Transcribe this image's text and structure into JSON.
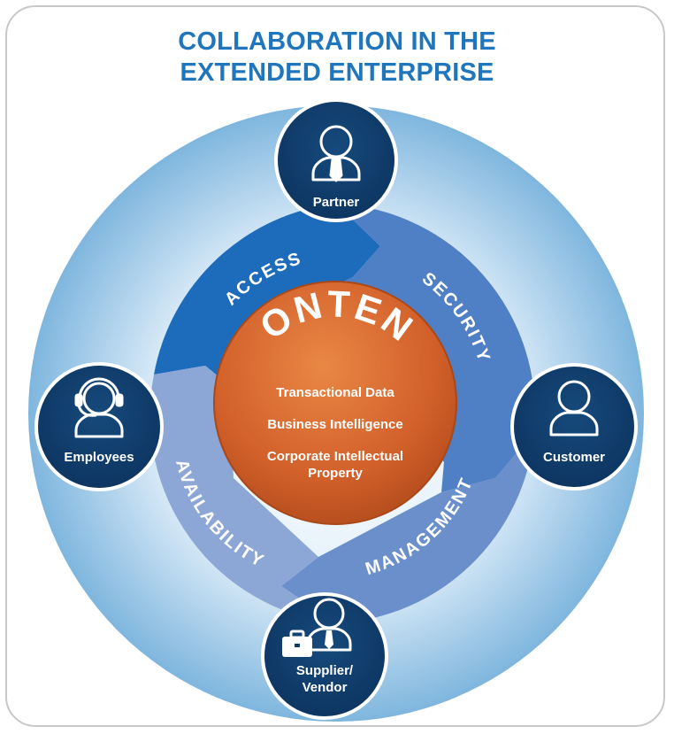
{
  "title": {
    "line1": "COLLABORATION IN THE",
    "line2": "EXTENDED ENTERPRISE"
  },
  "center": {
    "heading": "CONTENT",
    "items": [
      "Transactional Data",
      "Business Intelligence",
      "Corporate Intellectual",
      "Property"
    ]
  },
  "segments": {
    "access": "ACCESS",
    "security": "SECURITY",
    "management": "MANAGEMENT",
    "availability": "AVAILABILITY"
  },
  "nodes": {
    "partner": "Partner",
    "customer": "Customer",
    "supplier_line1": "Supplier/",
    "supplier_line2": "Vendor",
    "employees": "Employees"
  },
  "icons": {
    "partner": "person-with-tie-icon",
    "customer": "person-icon",
    "supplier": "person-with-briefcase-icon",
    "employees": "person-with-headset-icon"
  },
  "colors": {
    "title": "#1f76bd",
    "node": "#0f3c68",
    "access": "#1d6cbc",
    "security": "#4f7fc4",
    "management": "#6b8fcb",
    "availability": "#8ca7d6",
    "center": "#d2602a",
    "outer_ring": "#7fb6de"
  }
}
